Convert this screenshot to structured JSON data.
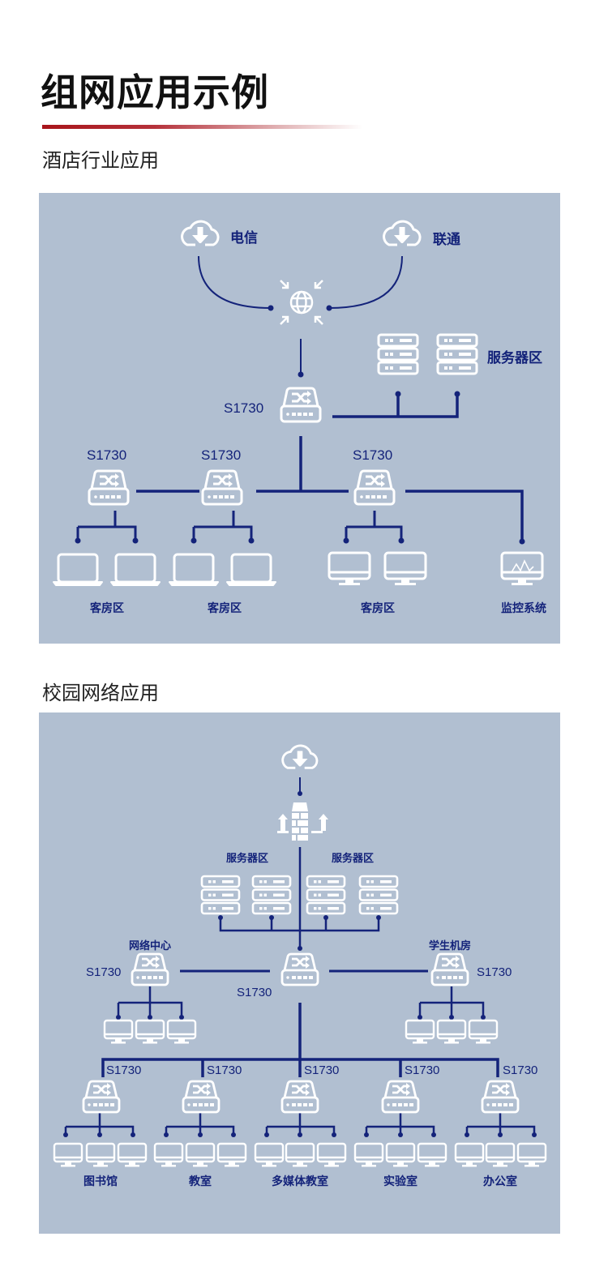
{
  "page": {
    "title": "组网应用示例",
    "accent_color": "#a8141a",
    "panel_color": "#b1bfd1",
    "line_color": "#14237a",
    "icon_color": "#ffffff"
  },
  "hotel": {
    "section_title": "酒店行业应用",
    "isp_left": "电信",
    "isp_right": "联通",
    "server_zone": "服务器区",
    "core_switch": "S1730",
    "access_switches": [
      "S1730",
      "S1730",
      "S1730"
    ],
    "zones": [
      "客房区",
      "客房区",
      "客房区",
      "监控系统"
    ]
  },
  "campus": {
    "section_title": "校园网络应用",
    "server_zone_left": "服务器区",
    "server_zone_right": "服务器区",
    "core_switch": "S1730",
    "left_switch": {
      "model": "S1730",
      "zone": "网络中心"
    },
    "right_switch": {
      "model": "S1730",
      "zone": "学生机房"
    },
    "bottom_switches": [
      {
        "model": "S1730",
        "zone": "图书馆"
      },
      {
        "model": "S1730",
        "zone": "教室"
      },
      {
        "model": "S1730",
        "zone": "多媒体教室"
      },
      {
        "model": "S1730",
        "zone": "实验室"
      },
      {
        "model": "S1730",
        "zone": "办公室"
      }
    ]
  }
}
